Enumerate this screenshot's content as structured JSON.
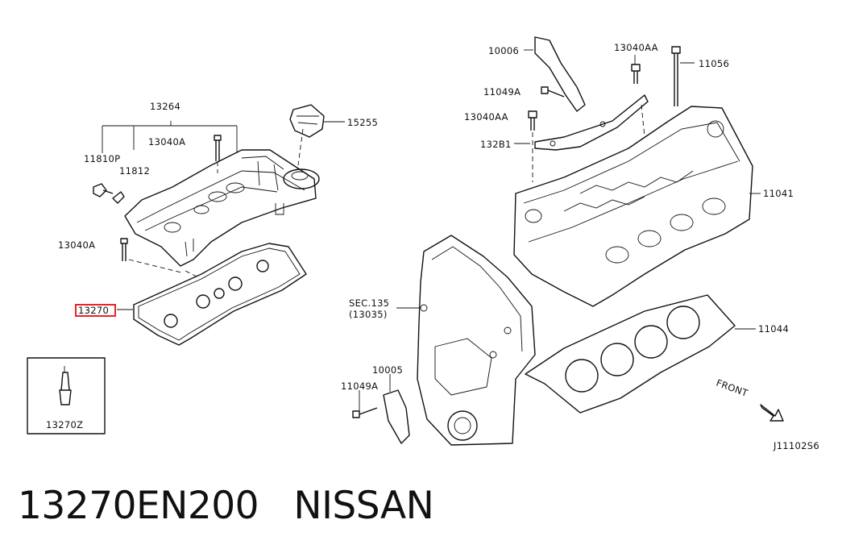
{
  "labels": {
    "p13264": "13264",
    "p13040A_top": "13040A",
    "p11810P": "11810P",
    "p11812": "11812",
    "p13040A_left": "13040A",
    "p13270": "13270",
    "p13270Z": "13270Z",
    "p15255": "15255",
    "p10006": "10006",
    "p13040AA_top": "13040AA",
    "p11056": "11056",
    "p11049A_top": "11049A",
    "p13040AA_mid": "13040AA",
    "p13281": "132B1",
    "p11041": "11041",
    "sec135_a": "SEC.135",
    "sec135_b": "(13035)",
    "p11044": "11044",
    "p10005": "10005",
    "p11049A_bot": "11049A",
    "front": "FRONT",
    "diagram_id": "J11102S6"
  },
  "highlight": {
    "part": "13270",
    "color": "#e8242a"
  },
  "caption": {
    "part_number": "13270EN200",
    "brand": "NISSAN"
  }
}
